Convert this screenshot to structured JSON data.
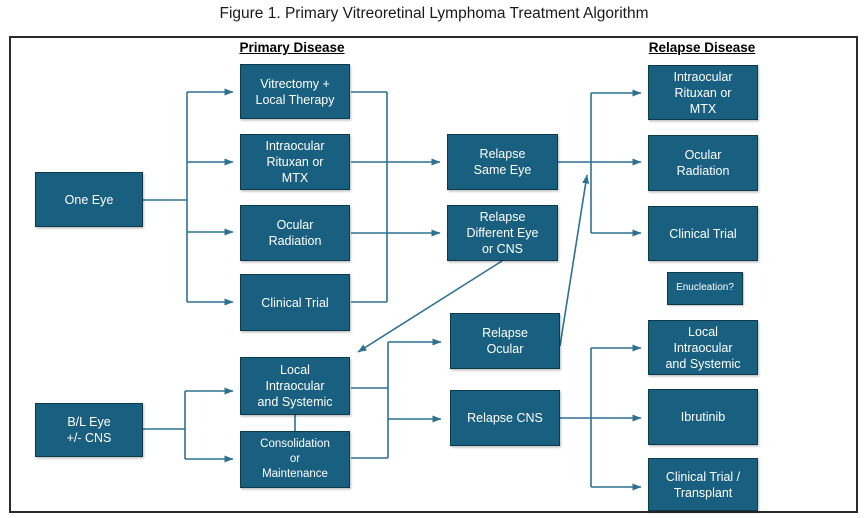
{
  "figure": {
    "title": "Figure 1. Primary Vitreoretinal Lymphoma Treatment Algorithm"
  },
  "headers": {
    "primary": "Primary Disease",
    "relapse": "Relapse Disease"
  },
  "colors": {
    "box_fill": "#195F7F",
    "box_border": "#0E3A4D",
    "connector": "#2E7191",
    "box_text": "#FFFFFF",
    "frame_border": "#2B2B2B",
    "title_text": "#1A1A1A"
  },
  "nodes": {
    "one_eye": "One Eye",
    "vitrectomy_local_therapy": "Vitrectomy +\nLocal Therapy",
    "intraocular_rituxan_mtx_primary": "Intraocular\nRituxan or\nMTX",
    "ocular_radiation_primary": "Ocular\nRadiation",
    "clinical_trial_primary": "Clinical Trial",
    "bl_eye_cns": "B/L Eye\n+/- CNS",
    "local_intraocular_systemic_primary": "Local\nIntraocular\nand Systemic",
    "consolidation_maintenance": "Consolidation\nor\nMaintenance",
    "relapse_same_eye": "Relapse\nSame Eye",
    "relapse_different_eye_cns": "Relapse\nDifferent Eye\nor CNS",
    "relapse_ocular": "Relapse\nOcular",
    "relapse_cns": "Relapse CNS",
    "intraocular_rituxan_mtx_relapse": "Intraocular\nRituxan or\nMTX",
    "ocular_radiation_relapse": "Ocular\nRadiation",
    "clinical_trial_relapse": "Clinical Trial",
    "enucleation": "Enucleation?",
    "local_intraocular_systemic_relapse": "Local\nIntraocular\nand Systemic",
    "ibrutinib": "Ibrutinib",
    "clinical_trial_transplant": "Clinical Trial /\nTransplant"
  }
}
